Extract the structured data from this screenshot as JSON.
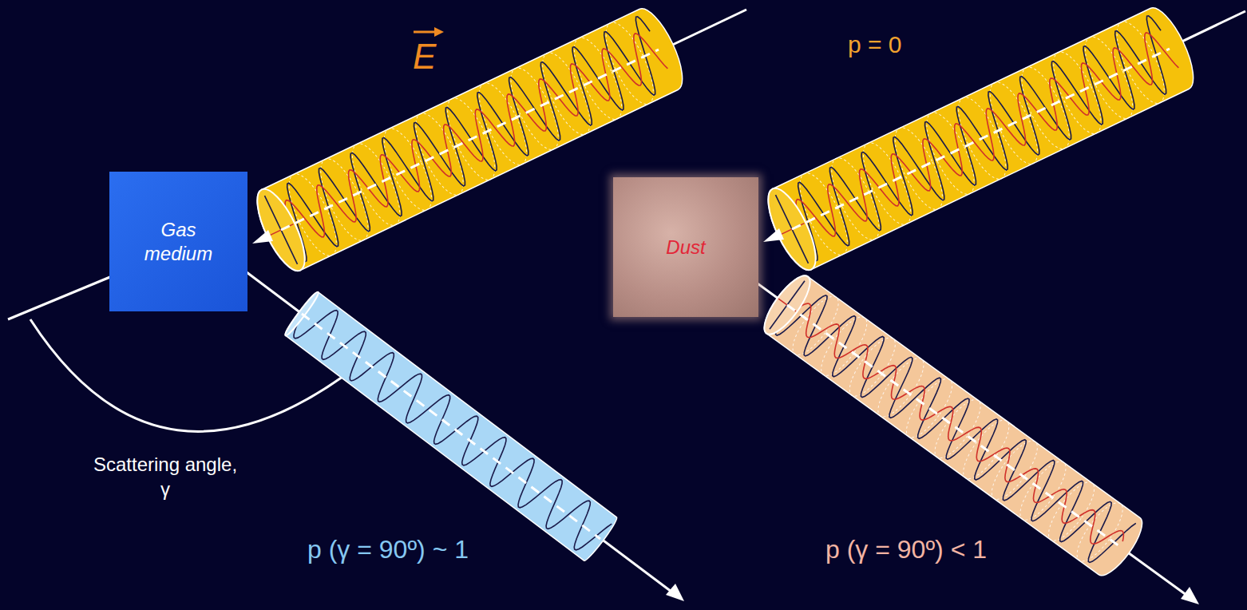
{
  "diagram": {
    "nodes": [
      {
        "text": [
          "Gas medium"
        ]
      },
      {
        "text": [
          "Dust"
        ]
      }
    ],
    "labels": [
      "E",
      "p = 0",
      "Scattering angle, γ",
      "p (γ = 90º) ~ 1",
      "p (γ = 90º) < 1"
    ]
  }
}
